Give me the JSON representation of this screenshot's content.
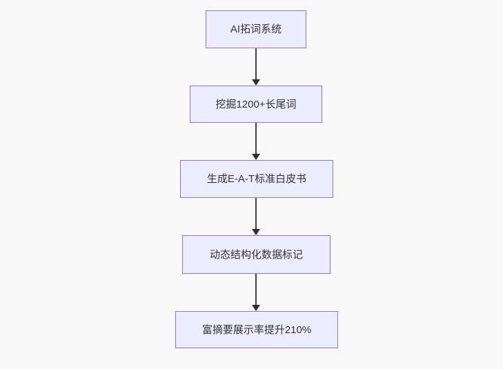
{
  "diagram": {
    "type": "flowchart",
    "direction": "top-down",
    "colors": {
      "background": "#f9f9f9",
      "node_fill": "#ECECFF",
      "node_border": "#9370DB",
      "edge_color": "#333333",
      "text_color": "#333333"
    },
    "nodes": [
      {
        "id": "n1",
        "label": "AI拓词系统"
      },
      {
        "id": "n2",
        "label": "挖掘1200+长尾词"
      },
      {
        "id": "n3",
        "label": "生成E-A-T标准白皮书"
      },
      {
        "id": "n4",
        "label": "动态结构化数据标记"
      },
      {
        "id": "n5",
        "label": "富摘要展示率提升210%"
      }
    ],
    "edges": [
      {
        "from": "n1",
        "to": "n2"
      },
      {
        "from": "n2",
        "to": "n3"
      },
      {
        "from": "n3",
        "to": "n4"
      },
      {
        "from": "n4",
        "to": "n5"
      }
    ]
  }
}
